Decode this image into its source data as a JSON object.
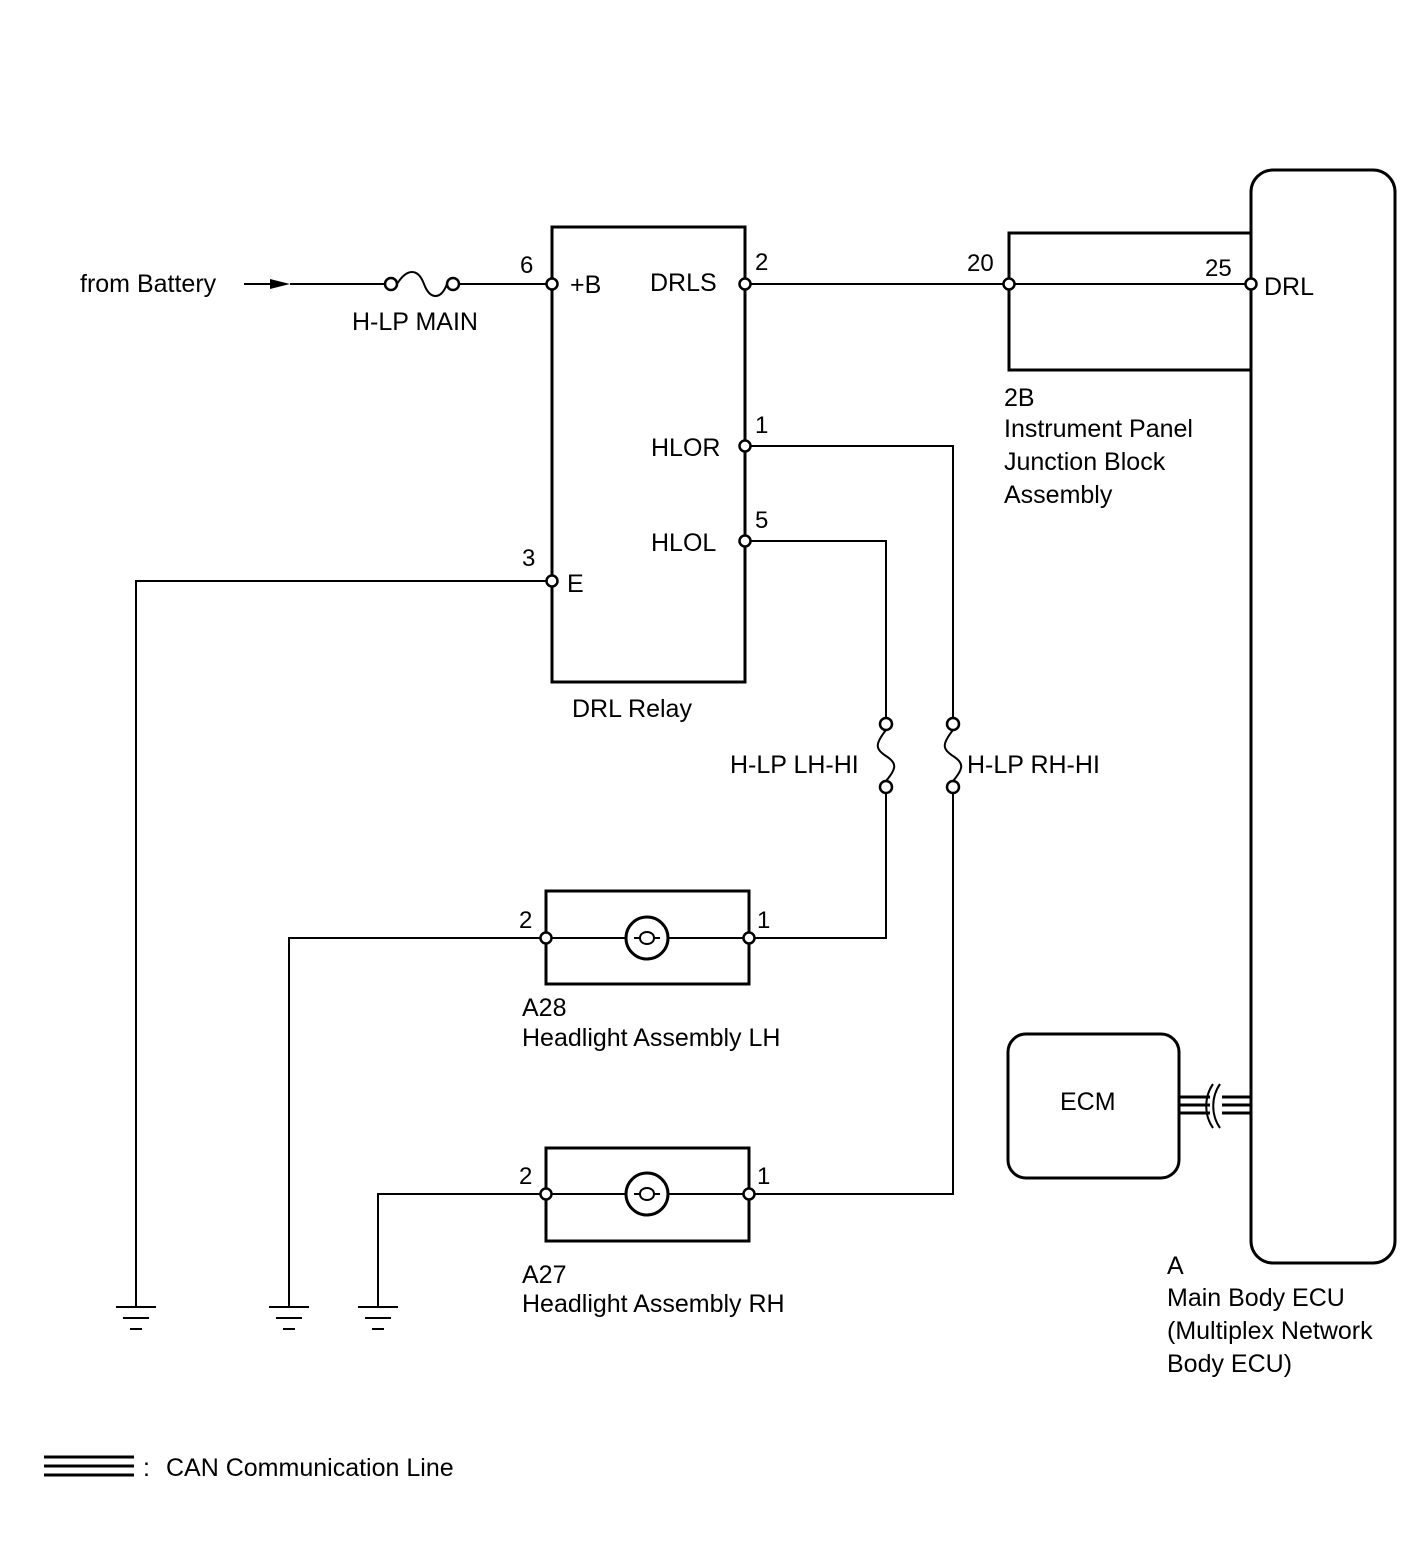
{
  "colors": {
    "line": "#000000",
    "background": "#ffffff"
  },
  "source": {
    "label": "from Battery"
  },
  "fuses": {
    "main": "H-LP MAIN",
    "lh_hi": "H-LP LH-HI",
    "rh_hi": "H-LP RH-HI"
  },
  "drl_relay": {
    "name": "DRL Relay",
    "pins": [
      {
        "number": "6",
        "name": "+B"
      },
      {
        "number": "2",
        "name": "DRLS"
      },
      {
        "number": "1",
        "name": "HLOR"
      },
      {
        "number": "5",
        "name": "HLOL"
      },
      {
        "number": "3",
        "name": "E"
      }
    ]
  },
  "junction_block": {
    "code": "2B",
    "name_lines": [
      "Instrument Panel",
      "Junction Block",
      "Assembly"
    ],
    "pins": [
      "20",
      "25"
    ]
  },
  "main_body_ecu": {
    "code": "A",
    "name_lines": [
      "Main Body ECU",
      "(Multiplex Network",
      "Body ECU)"
    ],
    "pin_name": "DRL"
  },
  "ecm": {
    "name": "ECM"
  },
  "headlight_lh": {
    "code": "A28",
    "name": "Headlight Assembly LH",
    "pins": [
      "2",
      "1"
    ],
    "icon": "bulb-icon"
  },
  "headlight_rh": {
    "code": "A27",
    "name": "Headlight Assembly RH",
    "pins": [
      "2",
      "1"
    ],
    "icon": "bulb-icon"
  },
  "legend": {
    "separator": ":",
    "label": "CAN Communication Line",
    "icon": "can-line-symbol"
  }
}
